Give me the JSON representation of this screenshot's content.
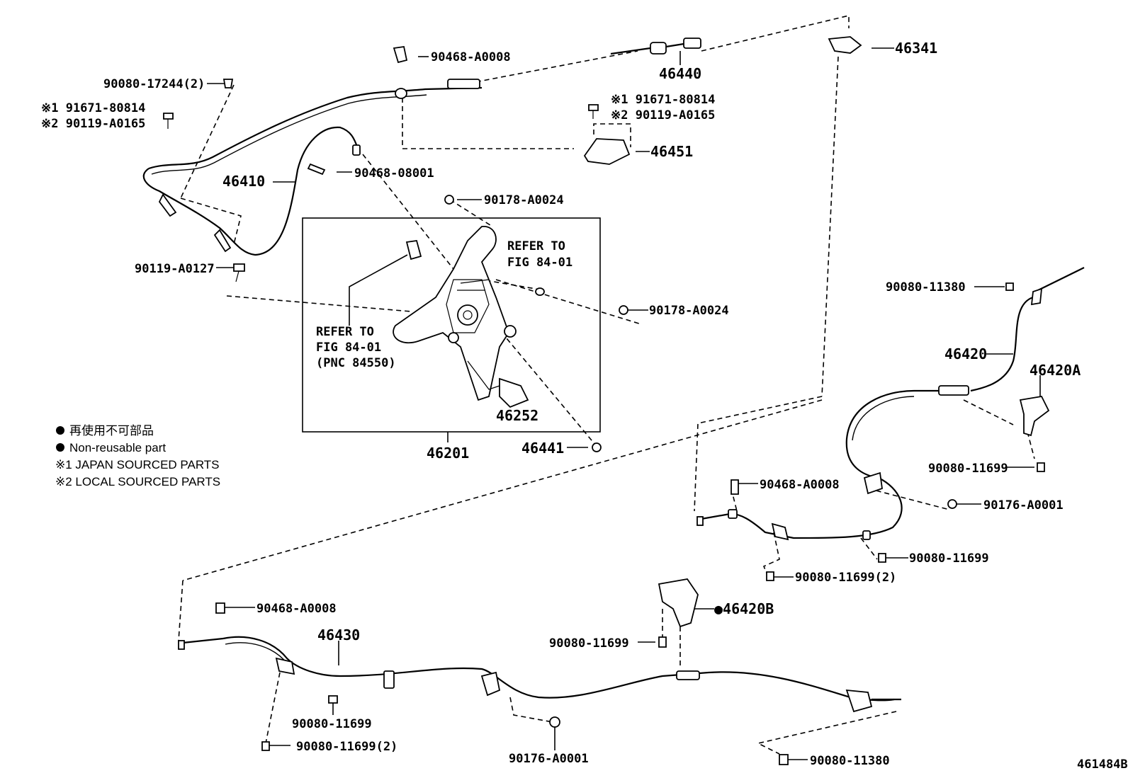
{
  "figure_id": "461484B",
  "legend": {
    "jp_nonreusable": "再使用不可部品",
    "en_nonreusable": "Non-reusable part",
    "note1": "※1 JAPAN SOURCED PARTS",
    "note2": "※2 LOCAL SOURCED PARTS",
    "dot": "●"
  },
  "callouts": {
    "c46341": "46341",
    "c46440": "46440",
    "c46451": "46451",
    "c46410": "46410",
    "c46201": "46201",
    "c46252": "46252",
    "c46441": "46441",
    "c46420": "46420",
    "c46420A": "46420A",
    "c46420B": "46420B",
    "c46430": "46430",
    "p90468_A0008_top": "90468-A0008",
    "p90080_17244": "90080-17244(2)",
    "p91671_80814_left": "※1 91671-80814",
    "p90119_A0165_left": "※2 90119-A0165",
    "p91671_80814_right": "※1 91671-80814",
    "p90119_A0165_right": "※2 90119-A0165",
    "p90468_08001": "90468-08001",
    "p90178_A0024_top": "90178-A0024",
    "p90178_A0024_right": "90178-A0024",
    "p90119_A0127": "90119-A0127",
    "refer1_line1": "REFER TO",
    "refer1_line2": "FIG 84-01",
    "refer2_line1": "REFER TO",
    "refer2_line2": "FIG 84-01",
    "refer2_line3": "(PNC 84550)",
    "p90080_11380_top": "90080-11380",
    "p90080_11699_a": "90080-11699",
    "p90468_A0008_mid": "90468-A0008",
    "p90176_A0001_right": "90176-A0001",
    "p90080_11699_b": "90080-11699",
    "p90080_11699_2_mid": "90080-11699(2)",
    "p90468_A0008_bot": "90468-A0008",
    "p90080_11699_c": "90080-11699",
    "p90080_11699_d": "90080-11699",
    "p90080_11699_2_bot": "90080-11699(2)",
    "p90176_A0001_bot": "90176-A0001",
    "p90080_11380_bot": "90080-11380"
  }
}
